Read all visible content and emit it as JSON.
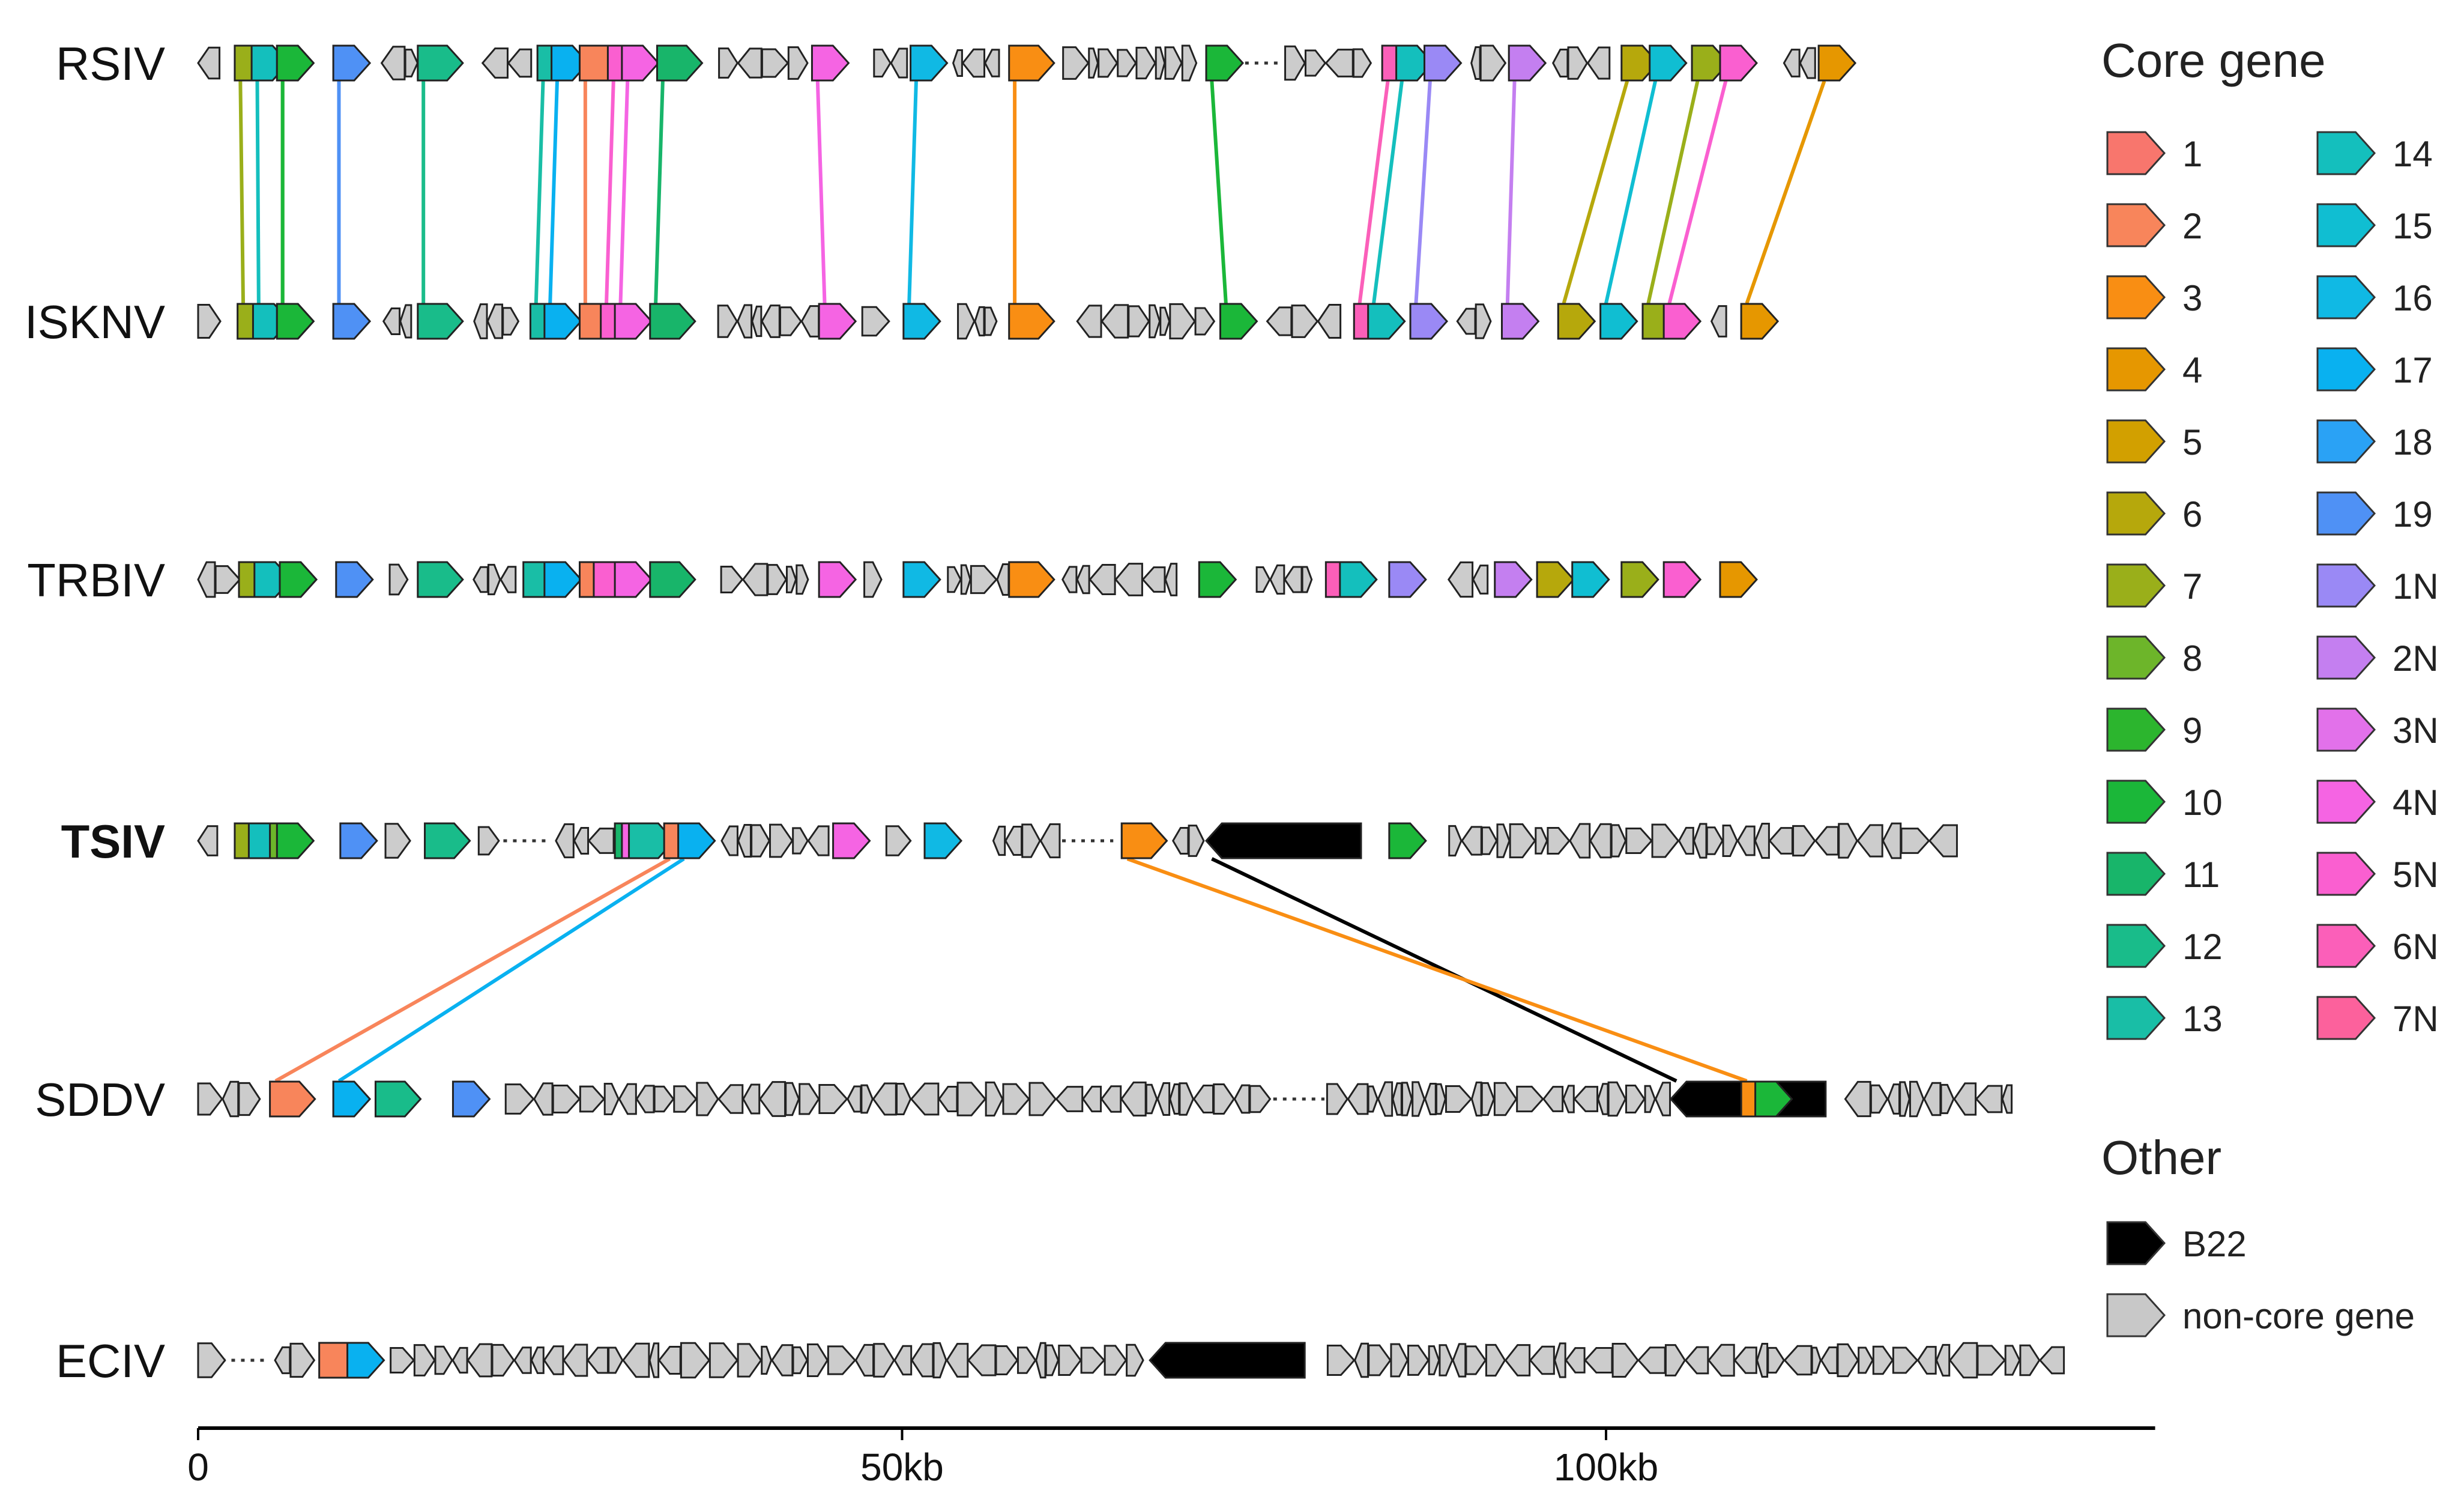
{
  "genomes": [
    {
      "key": "RSIV",
      "label": "RSIV",
      "bold": false,
      "length_kb": 116.5,
      "dotted_gaps": [
        [
          73.0,
          77.0
        ]
      ]
    },
    {
      "key": "ISKNV",
      "label": "ISKNV",
      "bold": false,
      "length_kb": 111.5,
      "dotted_gaps": []
    },
    {
      "key": "TRBIV",
      "label": "TRBIV",
      "bold": false,
      "length_kb": 110.3,
      "dotted_gaps": []
    },
    {
      "key": "TSIV",
      "label": "TSIV",
      "bold": true,
      "length_kb": 123.0,
      "dotted_gaps": [
        [
          21.0,
          25.0
        ],
        [
          60.0,
          65.0
        ]
      ]
    },
    {
      "key": "SDDV",
      "label": "SDDV",
      "bold": false,
      "length_kb": 128.5,
      "dotted_gaps": [
        [
          75.0,
          80.0
        ]
      ]
    },
    {
      "key": "ECIV",
      "label": "ECIV",
      "bold": false,
      "length_kb": 132.5,
      "dotted_gaps": [
        [
          1.0,
          5.0
        ]
      ]
    }
  ],
  "axis": {
    "min_kb": 0,
    "max_kb": 139,
    "ticks": [
      {
        "kb": 0,
        "label": "0"
      },
      {
        "kb": 50,
        "label": "50kb"
      },
      {
        "kb": 100,
        "label": "100kb"
      }
    ]
  },
  "core_genes": [
    {
      "id": "1",
      "color": "#f8766d"
    },
    {
      "id": "2",
      "color": "#f8855b"
    },
    {
      "id": "3",
      "color": "#f98e13"
    },
    {
      "id": "4",
      "color": "#e69700"
    },
    {
      "id": "5",
      "color": "#d2a000"
    },
    {
      "id": "6",
      "color": "#b6a80c"
    },
    {
      "id": "7",
      "color": "#9aaf1a"
    },
    {
      "id": "8",
      "color": "#6db52a"
    },
    {
      "id": "9",
      "color": "#2cb52e"
    },
    {
      "id": "10",
      "color": "#1bb739"
    },
    {
      "id": "11",
      "color": "#18b56a"
    },
    {
      "id": "12",
      "color": "#19bc8a"
    },
    {
      "id": "13",
      "color": "#19bea6"
    },
    {
      "id": "14",
      "color": "#14bfbd"
    },
    {
      "id": "15",
      "color": "#10bed2"
    },
    {
      "id": "16",
      "color": "#10b9e4"
    },
    {
      "id": "17",
      "color": "#09b1f0"
    },
    {
      "id": "18",
      "color": "#2aa2f5"
    },
    {
      "id": "19",
      "color": "#4f91f5"
    },
    {
      "id": "1N",
      "color": "#9a89f5"
    },
    {
      "id": "2N",
      "color": "#c47ff0"
    },
    {
      "id": "3N",
      "color": "#e271ea"
    },
    {
      "id": "4N",
      "color": "#f564e3"
    },
    {
      "id": "5N",
      "color": "#fa5fd0"
    },
    {
      "id": "6N",
      "color": "#fb5fb9"
    },
    {
      "id": "7N",
      "color": "#fc619c"
    }
  ],
  "other_genes": [
    {
      "id": "B22",
      "label": "B22",
      "color": "#000000"
    },
    {
      "id": "noncore",
      "label": "non-core gene",
      "color": "#c8c8c8"
    }
  ],
  "legend": {
    "core_title": "Core gene",
    "other_title": "Other"
  },
  "links": [
    {
      "gene": "7",
      "kb": [
        3.0,
        3.2,
        3.3,
        3.0,
        null,
        null
      ]
    },
    {
      "gene": "14",
      "kb": [
        4.2,
        4.3,
        4.4,
        4.0,
        null,
        null
      ]
    },
    {
      "gene": "8",
      "kb": [
        6.0,
        6.0,
        6.2,
        5.5,
        null,
        null
      ]
    },
    {
      "gene": "10",
      "kb": [
        6.0,
        6.0,
        6.2,
        6.0,
        111.0,
        null
      ]
    },
    {
      "gene": "19",
      "kb": [
        10.0,
        10.0,
        10.2,
        10.5,
        18.5,
        null
      ]
    },
    {
      "gene": "12",
      "kb": [
        16.0,
        16.0,
        16.0,
        16.5,
        13.0,
        null
      ]
    },
    {
      "gene": "13",
      "kb": [
        24.5,
        24.0,
        23.5,
        31.0,
        null,
        null
      ]
    },
    {
      "gene": "17",
      "kb": [
        25.5,
        25.0,
        25.0,
        null,
        null,
        null
      ]
    },
    {
      "gene": "2",
      "kb": [
        27.5,
        27.5,
        27.5,
        null,
        null,
        null
      ]
    },
    {
      "gene": "5N",
      "kb": [
        29.5,
        29.0,
        28.5,
        null,
        null,
        null
      ]
    },
    {
      "gene": "4N",
      "kb": [
        30.5,
        30.0,
        30.0,
        30.5,
        null,
        null
      ]
    },
    {
      "gene": "11",
      "kb": [
        33.0,
        32.5,
        32.5,
        30.0,
        null,
        null
      ]
    },
    {
      "gene": "4N",
      "kb": [
        44.0,
        44.5,
        44.5,
        45.5,
        null,
        null
      ]
    },
    {
      "gene": "16",
      "kb": [
        51.0,
        50.5,
        50.5,
        52.0,
        null,
        null
      ]
    },
    {
      "gene": "3",
      "kb": [
        58.0,
        58.0,
        58.0,
        66.0,
        null,
        null
      ]
    },
    {
      "gene": "10",
      "kb": [
        72.0,
        73.0,
        71.5,
        85.0,
        null,
        null
      ]
    },
    {
      "gene": "6N",
      "kb": [
        84.5,
        82.5,
        80.5,
        null,
        null,
        null
      ]
    },
    {
      "gene": "14",
      "kb": [
        85.5,
        83.5,
        81.5,
        null,
        null,
        null
      ]
    },
    {
      "gene": "1N",
      "kb": [
        87.5,
        86.5,
        85.0,
        null,
        null,
        null
      ]
    },
    {
      "gene": "2N",
      "kb": [
        93.5,
        93.0,
        92.5,
        null,
        null,
        null
      ]
    },
    {
      "gene": "6",
      "kb": [
        101.5,
        97.0,
        95.5,
        null,
        null,
        null
      ]
    },
    {
      "gene": "15",
      "kb": [
        103.5,
        100.0,
        98.0,
        null,
        null,
        null
      ]
    },
    {
      "gene": "7",
      "kb": [
        106.5,
        103.0,
        101.5,
        null,
        null,
        null
      ]
    },
    {
      "gene": "5N",
      "kb": [
        108.5,
        104.5,
        104.5,
        null,
        null,
        null
      ]
    },
    {
      "gene": "4",
      "kb": [
        115.5,
        110.0,
        108.5,
        null,
        null,
        null
      ]
    },
    {
      "gene": "2",
      "kb": [
        null,
        null,
        null,
        33.5,
        5.5,
        9.0
      ]
    },
    {
      "gene": "17",
      "kb": [
        null,
        null,
        null,
        34.5,
        10.0,
        11.0
      ]
    },
    {
      "gene": "B22",
      "kb": [
        null,
        null,
        null,
        72.0,
        105.0,
        68.0
      ]
    },
    {
      "gene": "3",
      "kb": [
        null,
        null,
        null,
        66.0,
        110.0,
        null
      ]
    }
  ]
}
